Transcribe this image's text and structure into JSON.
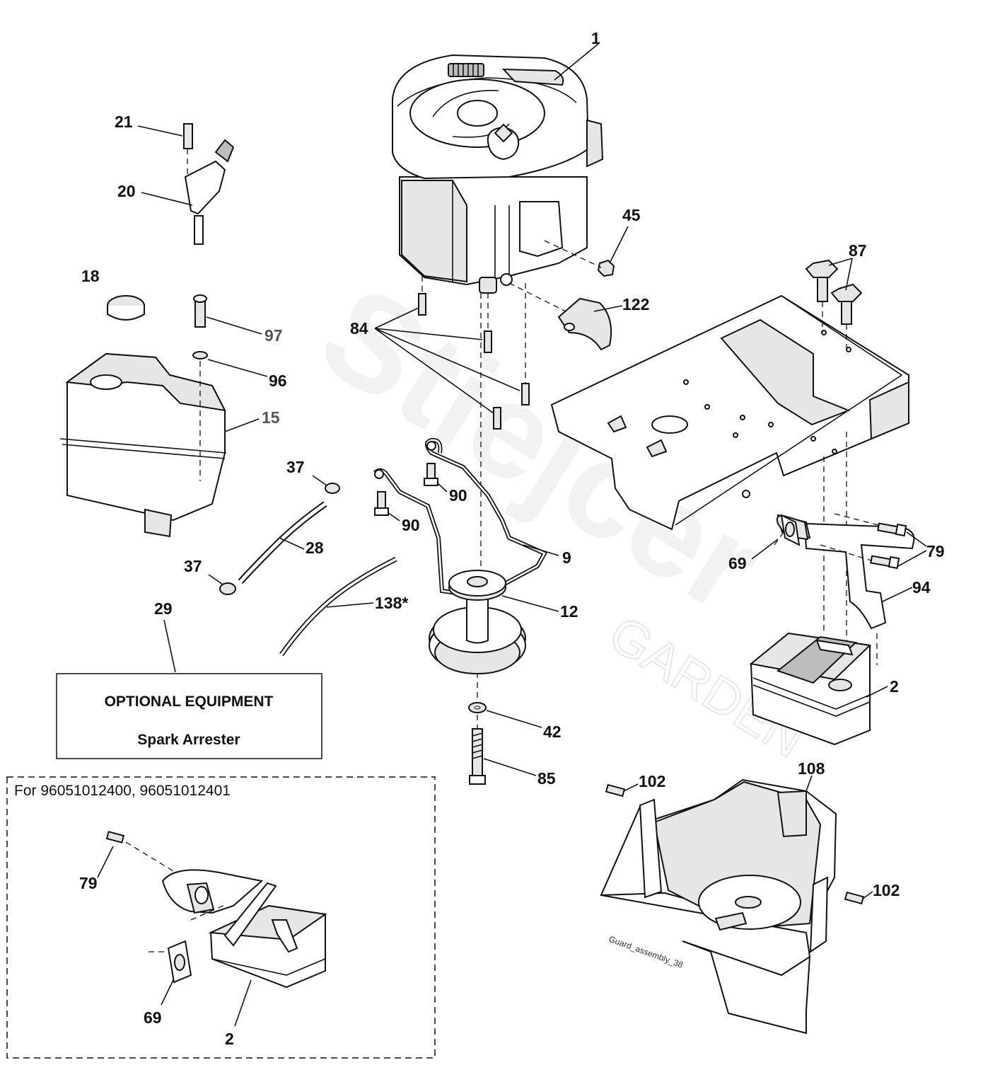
{
  "callouts": {
    "c1": "1",
    "c21": "21",
    "c20": "20",
    "c18": "18",
    "c97": "97",
    "c96": "96",
    "c15": "15",
    "c45": "45",
    "c122": "122",
    "c87": "87",
    "c84": "84",
    "c37a": "37",
    "c28": "28",
    "c37b": "37",
    "c90a": "90",
    "c90b": "90",
    "c9": "9",
    "c138": "138*",
    "c12": "12",
    "c29": "29",
    "c42": "42",
    "c85": "85",
    "c79": "79",
    "c69": "69",
    "c94": "94",
    "c2": "2",
    "c102a": "102",
    "c108": "108",
    "c102b": "102",
    "inset79": "79",
    "inset69": "69",
    "inset2": "2"
  },
  "optional_box": {
    "title": "OPTIONAL EQUIPMENT",
    "subtitle": "Spark Arrester"
  },
  "inset": {
    "title": "For 96051012400, 96051012401"
  },
  "guard_label": "Guard_assembly_38",
  "watermark": {
    "word1": "Stiejcer",
    "word2": "GARDEN"
  }
}
